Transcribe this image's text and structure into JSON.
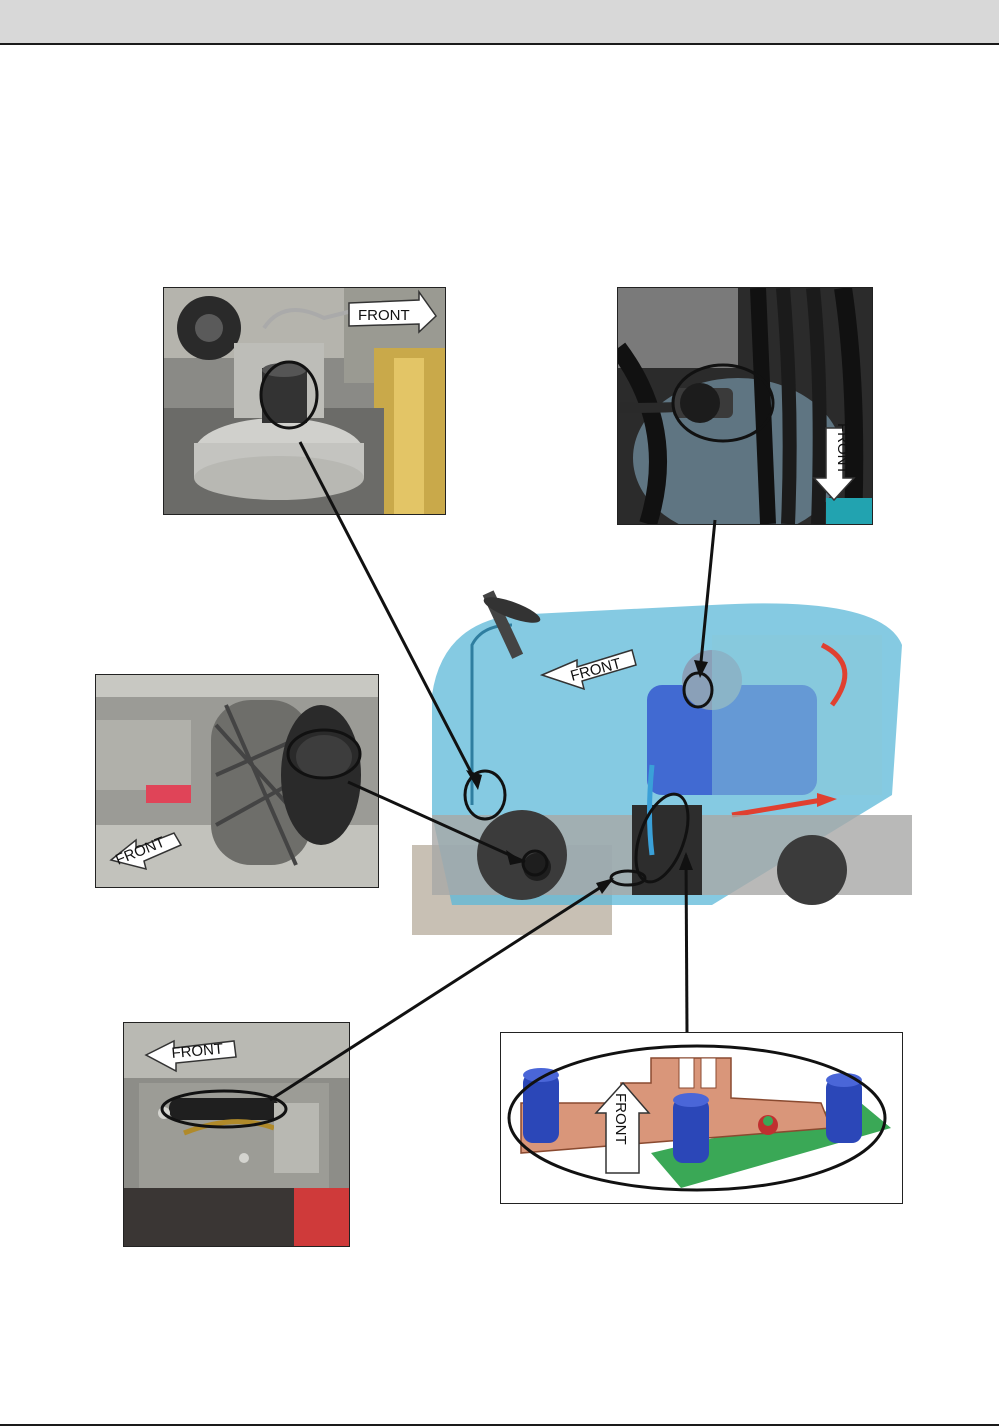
{
  "header": {
    "band_color": "#d8d8d8",
    "rule_color": "#1a1a1a"
  },
  "photos": {
    "brush_motor_view": {
      "arrow_label": "FRONT",
      "icon": "brush-head-photo"
    },
    "pump_view": {
      "arrow_label": "FRONT",
      "icon": "pump-hoses-photo"
    },
    "wheel_view": {
      "arrow_label": "FRONT",
      "icon": "drive-wheel-photo"
    },
    "bracket_view": {
      "arrow_label": "FRONT",
      "icon": "valve-bracket-photo"
    },
    "component_drawing": {
      "arrow_label": "FRONT",
      "icon": "component-board-drawing"
    }
  },
  "machine": {
    "arrow_label": "FRONT",
    "icon": "floor-scrubber-cutaway",
    "accent": "#3fa6c8"
  },
  "colors": {
    "machine_body": "#5cb8d8",
    "tank": "#3a5fd0",
    "callout": "#111111",
    "drawing_orange": "#d9967a",
    "drawing_green": "#3aa856",
    "drawing_blue": "#2b47b8"
  }
}
